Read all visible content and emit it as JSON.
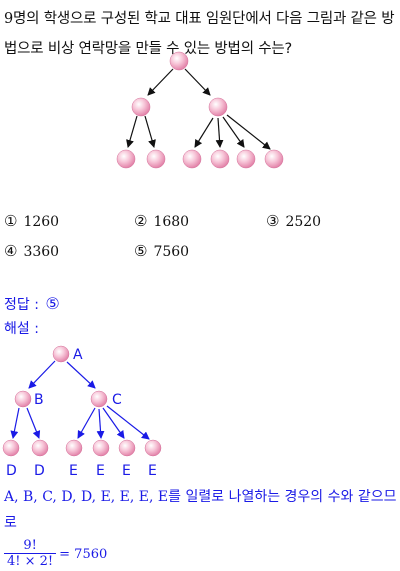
{
  "question": {
    "lead": "9",
    "text": "명의 학생으로 구성된 학교 대표 임원단에서 다음 그림과 같은 방법으로 비상 연락망을 만들 수 있는 방법의 수는?"
  },
  "choices": [
    {
      "num": "①",
      "value": "1260"
    },
    {
      "num": "②",
      "value": "1680"
    },
    {
      "num": "③",
      "value": "2520"
    },
    {
      "num": "④",
      "value": "3360"
    },
    {
      "num": "⑤",
      "value": "7560"
    }
  ],
  "answer": {
    "label": "정답 :",
    "symbol": "⑤"
  },
  "explanation": {
    "label": "해설 :",
    "tree_labels": {
      "root": "A",
      "b": "B",
      "c": "C",
      "d1": "D",
      "d2": "D",
      "e1": "E",
      "e2": "E",
      "e3": "E",
      "e4": "E"
    },
    "sequence": "A, B, C, D, D, E, E, E, E",
    "sentence": "를 일렬로 나열하는 경우의 수와 같으므로",
    "formula": {
      "numerator": "9!",
      "denominator": "4! × 2!",
      "result": "= 7560"
    }
  },
  "colors": {
    "text": "#111111",
    "solution": "#1a1ae6",
    "node": "#f3a9c3"
  }
}
